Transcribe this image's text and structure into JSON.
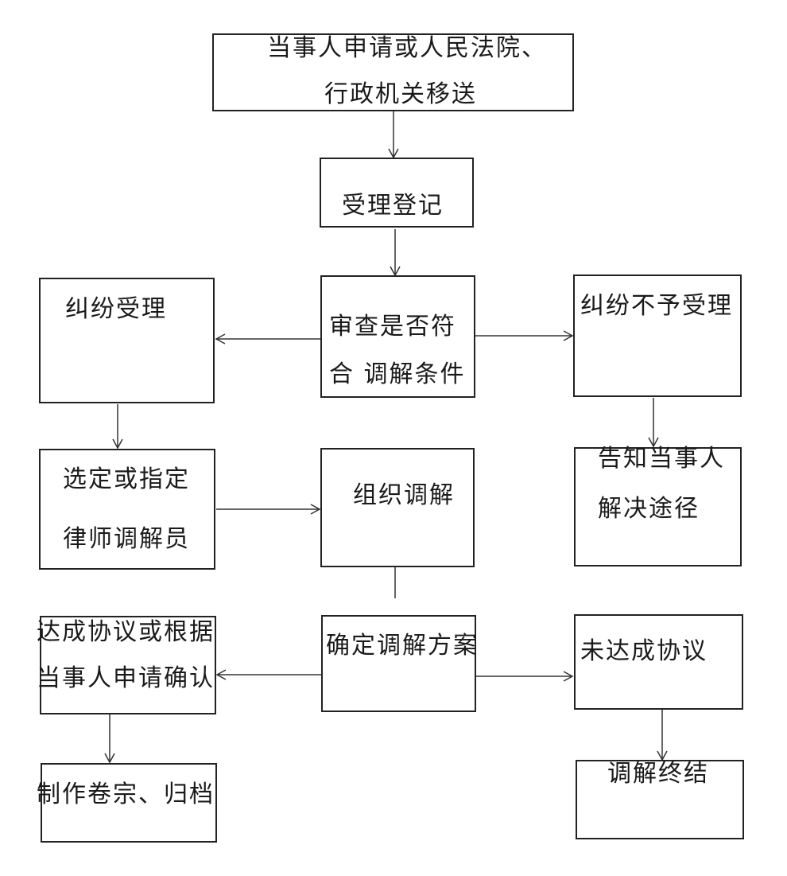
{
  "nodes": {
    "start": {
      "line1": "当事人申请或人民法院、",
      "line2": "行政机关移送"
    },
    "register": {
      "text": "受理登记"
    },
    "review": {
      "line1": "审查是否符",
      "line2": "合 调解条件"
    },
    "accept": {
      "text": "纠纷受理"
    },
    "reject": {
      "text": "纠纷不予受理"
    },
    "select": {
      "line1": "选定或指定",
      "line2": "律师调解员"
    },
    "organize": {
      "text": "组织调解"
    },
    "inform": {
      "line1": "告知当事人",
      "line2": "解决途径"
    },
    "agree": {
      "line1": "达成协议或根据",
      "line2": "当事人申请确认"
    },
    "plan": {
      "text": "确定调解方案"
    },
    "disagree": {
      "text": "未达成协议"
    },
    "archive": {
      "text": "制作卷宗、归档"
    },
    "terminate": {
      "text": "调解终结"
    }
  }
}
